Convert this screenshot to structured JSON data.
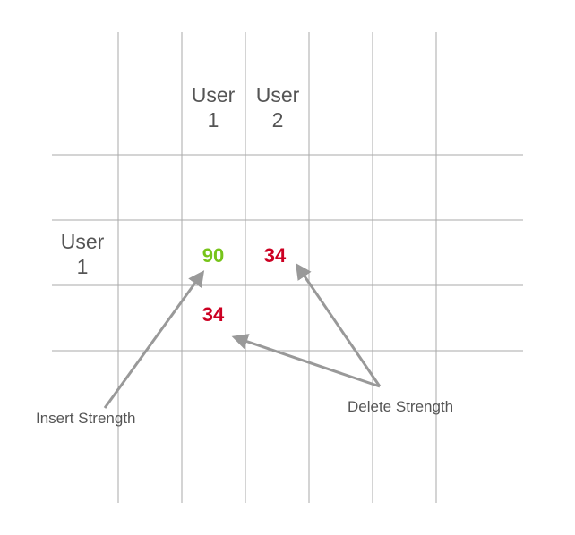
{
  "headers": {
    "col_user1": {
      "line1": "User",
      "line2": "1"
    },
    "col_user2": {
      "line1": "User",
      "line2": "2"
    },
    "row_user1": {
      "line1": "User",
      "line2": "1"
    }
  },
  "cells": {
    "insert_value": "90",
    "delete_value_row": "34",
    "delete_value_col": "34"
  },
  "annotations": {
    "insert_label": "Insert Strength",
    "delete_label": "Delete Strength"
  },
  "colors": {
    "insert": "#77c41a",
    "delete": "#cc0022",
    "grid": "#aaaaaa",
    "arrow": "#999999",
    "text": "#555555"
  }
}
